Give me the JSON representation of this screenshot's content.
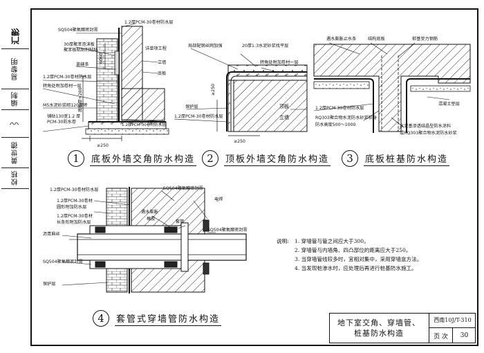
{
  "sidebar": {
    "logo_text": "汇影",
    "cells": [
      "易黎明",
      "编制",
      "黄世德",
      "校核"
    ]
  },
  "fig1": {
    "num": "1",
    "title": "底板外墙交角防水构造",
    "labels": {
      "sq504": "SQ504聚氧醋密封膏",
      "pcm_top": "1.2厚PCM-30卷材防水层",
      "foam_1": "30厚聚苯泡沫板",
      "foam_2": "聚苯板粘贴剂粘贴",
      "backfill": "详单项工程",
      "seal_strip": "盖缝条",
      "wall": "立墙",
      "floor": "底板",
      "pcm_mid": "1.2厚PCM-30卷材防水层",
      "corner": "转角处附加卷材一层",
      "brick": "M5水泥砂浆砌120厚砖",
      "pave_1": "铺贴130宽1.2 厚",
      "pave_2": "PCM-30防水卷",
      "pcm_bot": "1.2厚PCM-30卷材防水层",
      "dim_6060": "6060",
      "dim_200": "底板厚+200",
      "dim_250": "≥250"
    }
  },
  "fig2": {
    "num": "2",
    "title": "顶板外墙交角防水构造",
    "labels": {
      "steel": "局部配钢丝网加强",
      "screed": "20厚1:3水泥砂浆找平层",
      "corner": "转角处附加卷材一层",
      "protect": "保护层",
      "roof": "顶板",
      "wall": "立墙",
      "pcm": "1.2厚PCM-30卷材防水层",
      "dim_a": "≥250",
      "dim_b": "≥250"
    }
  },
  "fig3": {
    "num": "3",
    "title": "底板桩基防水构造",
    "labels": {
      "swell": "遇水膨胀止水条",
      "slab": "结构底板",
      "rebar": "桩基受力钢筋",
      "pcm": "1.2厚PCM-30卷材防水层",
      "cushion": "混凝土垫层",
      "rq_1": "RQ303聚合物水泥防水砂浆桩身",
      "rq_2": "防水高度500～1000",
      "coat_1": "水泥基渗透结晶型防水涂料",
      "coat_2": "或RQ303聚合物水泥防水砂浆"
    }
  },
  "fig4": {
    "num": "4",
    "title": "套管式穿墙管防水构造",
    "labels": {
      "pcm_top": "1.2厚PCM-30卷材防水层",
      "pcm_round_1": "1.2厚PCM-30卷材",
      "pcm_round_2": "圆形附加防水层",
      "pcm_strip_1": "1.2厚PCM-30卷材",
      "pcm_strip_2": "长条形附加防水层",
      "asphalt": "沥青麻丝",
      "sq504_left": "SQ504聚氧醋密封膏",
      "protect": "保护层",
      "sq504_top": "SQ504聚氧醋密封膏",
      "swell_1": "遇水膨胀",
      "swell_2": "橡胶",
      "sleeve": "套管",
      "weld": "电焊",
      "sq504_right": "SQ504聚氧醋密封膏"
    }
  },
  "notes": {
    "head": "说明:",
    "items": [
      "1. 穿墙管与管之间应大于300。",
      "2. 穿墙管与内墙角、四凸部位的距离应大于250。",
      "3. 当穿墙管线较多时，宜相对集中，采用穿墙盒方法。",
      "4. 当发现桩渗水时，应处理后再进行桩基防水施工。"
    ]
  },
  "title_block": {
    "line1": "地下室交角、穿墙管、",
    "line2": "桩基防水构造",
    "code": "西南10J/T-310",
    "page_label": "页 次",
    "page_no": "30"
  }
}
